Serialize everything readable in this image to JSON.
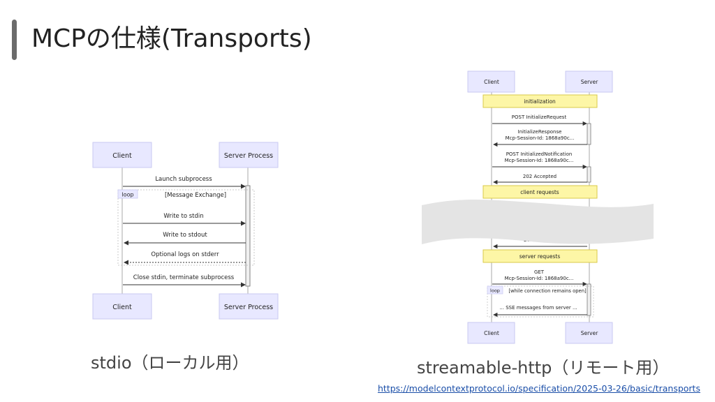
{
  "slide": {
    "title": "MCPの仕様(Transports)",
    "link": "https://modelcontextprotocol.io/specification/2025-03-26/basic/transports"
  },
  "stdio": {
    "caption": "stdio（ローカル用）",
    "client_label": "Client",
    "server_label": "Server Process",
    "messages": {
      "launch": "Launch subprocess",
      "loop_tag": "loop",
      "loop_label": "[Message Exchange]",
      "write_stdin": "Write to stdin",
      "write_stdout": "Write to stdout",
      "logs": "Optional logs on stderr",
      "close": "Close stdin, terminate subprocess"
    }
  },
  "http": {
    "caption": "streamable-http（リモート用）",
    "client_label": "Client",
    "server_label": "Server",
    "sections": {
      "init": "initialization",
      "client_requests": "client requests",
      "server_requests": "server requests"
    },
    "messages": {
      "post_init": "POST InitializeRequest",
      "init_resp_1": "InitializeResponse",
      "init_resp_2": "Mcp-Session-Id: 1868a90c...",
      "post_notif_1": "POST InitializedNotification",
      "post_notif_2": "Mcp-Session-Id: 1868a90c...",
      "accepted": "202 Accepted",
      "accepted_partial": "202 A",
      "get_1": "GET",
      "get_2": "Mcp-Session-Id: 1868a90c...",
      "loop_tag": "loop",
      "loop_label": "[while connection remains open]",
      "sse": "... SSE messages from server ..."
    }
  },
  "colors": {
    "actor_fill": "#e8e8ff",
    "actor_stroke": "#c9c9f0",
    "note_fill": "#fdf6a6",
    "note_stroke": "#d9c94a",
    "line": "#333333",
    "torn_overlay": "#e4e4e4"
  }
}
